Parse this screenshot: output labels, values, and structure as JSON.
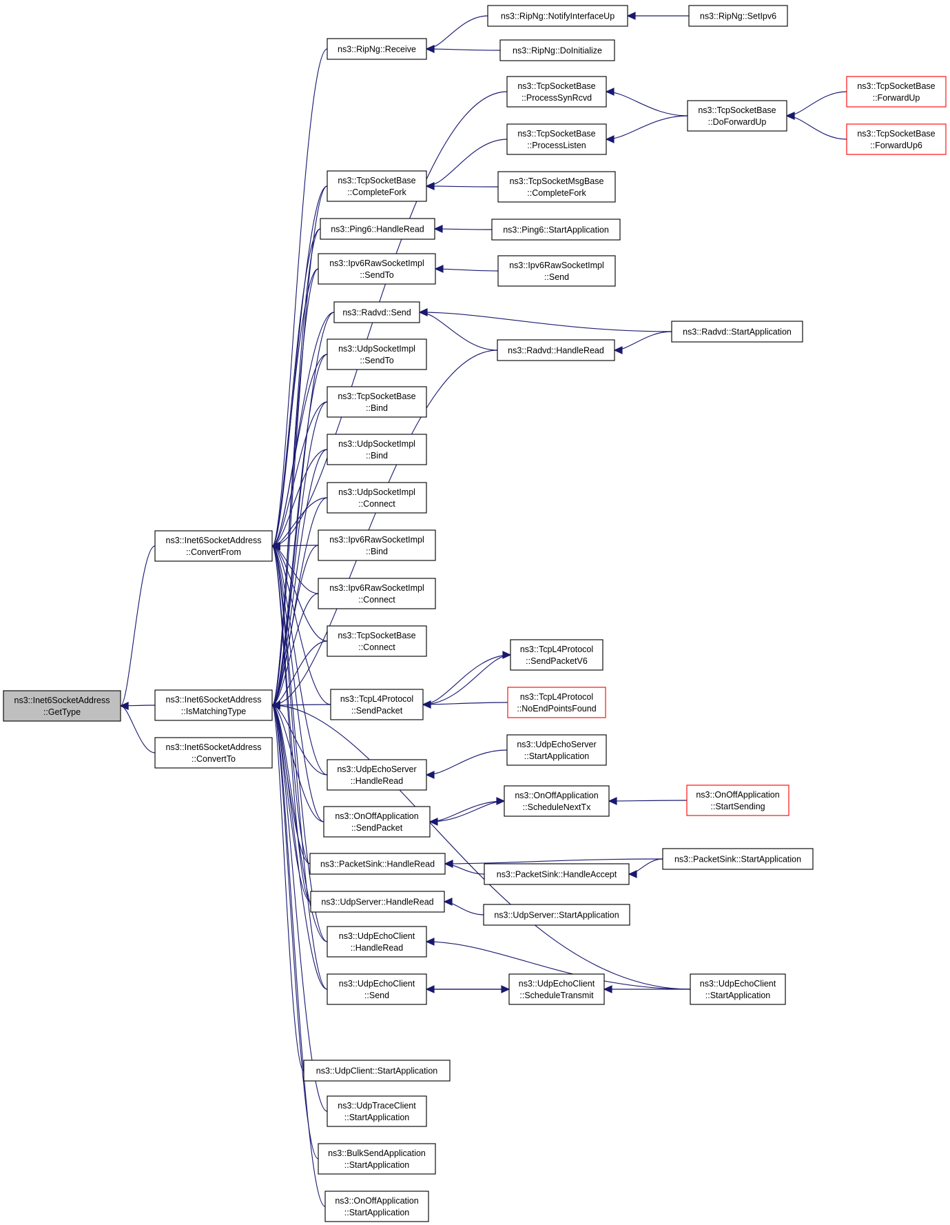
{
  "nodes": [
    {
      "id": "n0",
      "lines": [
        "ns3::Inet6SocketAddress",
        "::GetType"
      ],
      "style": "root"
    },
    {
      "id": "n1",
      "lines": [
        "ns3::Inet6SocketAddress",
        "::ConvertFrom"
      ]
    },
    {
      "id": "n2",
      "lines": [
        "ns3::Inet6SocketAddress",
        "::IsMatchingType"
      ]
    },
    {
      "id": "n3",
      "lines": [
        "ns3::Inet6SocketAddress",
        "::ConvertTo"
      ]
    },
    {
      "id": "n4",
      "lines": [
        "ns3::RipNg::Receive"
      ]
    },
    {
      "id": "n5",
      "lines": [
        "ns3::TcpSocketBase",
        "::CompleteFork"
      ]
    },
    {
      "id": "n6",
      "lines": [
        "ns3::Ping6::HandleRead"
      ]
    },
    {
      "id": "n7",
      "lines": [
        "ns3::Ipv6RawSocketImpl",
        "::SendTo"
      ]
    },
    {
      "id": "n8",
      "lines": [
        "ns3::Radvd::Send"
      ]
    },
    {
      "id": "n9",
      "lines": [
        "ns3::UdpSocketImpl",
        "::SendTo"
      ]
    },
    {
      "id": "n10",
      "lines": [
        "ns3::TcpSocketBase",
        "::Bind"
      ]
    },
    {
      "id": "n11",
      "lines": [
        "ns3::UdpSocketImpl",
        "::Bind"
      ]
    },
    {
      "id": "n12",
      "lines": [
        "ns3::UdpSocketImpl",
        "::Connect"
      ]
    },
    {
      "id": "n13",
      "lines": [
        "ns3::Ipv6RawSocketImpl",
        "::Bind"
      ]
    },
    {
      "id": "n14",
      "lines": [
        "ns3::Ipv6RawSocketImpl",
        "::Connect"
      ]
    },
    {
      "id": "n15",
      "lines": [
        "ns3::TcpSocketBase",
        "::Connect"
      ]
    },
    {
      "id": "n16",
      "lines": [
        "ns3::TcpL4Protocol",
        "::SendPacket"
      ]
    },
    {
      "id": "n17",
      "lines": [
        "ns3::UdpEchoServer",
        "::HandleRead"
      ]
    },
    {
      "id": "n18",
      "lines": [
        "ns3::OnOffApplication",
        "::SendPacket"
      ]
    },
    {
      "id": "n19",
      "lines": [
        "ns3::PacketSink::HandleRead"
      ]
    },
    {
      "id": "n20",
      "lines": [
        "ns3::UdpServer::HandleRead"
      ]
    },
    {
      "id": "n21",
      "lines": [
        "ns3::UdpEchoClient",
        "::HandleRead"
      ]
    },
    {
      "id": "n22",
      "lines": [
        "ns3::UdpEchoClient",
        "::Send"
      ]
    },
    {
      "id": "n23",
      "lines": [
        "ns3::UdpClient::StartApplication"
      ]
    },
    {
      "id": "n24",
      "lines": [
        "ns3::UdpTraceClient",
        "::StartApplication"
      ]
    },
    {
      "id": "n25",
      "lines": [
        "ns3::BulkSendApplication",
        "::StartApplication"
      ]
    },
    {
      "id": "n26",
      "lines": [
        "ns3::OnOffApplication",
        "::StartApplication"
      ]
    },
    {
      "id": "n27",
      "lines": [
        "ns3::RipNg::NotifyInterfaceUp"
      ]
    },
    {
      "id": "n28",
      "lines": [
        "ns3::RipNg::DoInitialize"
      ]
    },
    {
      "id": "n29",
      "lines": [
        "ns3::TcpSocketBase",
        "::ProcessSynRcvd"
      ]
    },
    {
      "id": "n30",
      "lines": [
        "ns3::TcpSocketBase",
        "::ProcessListen"
      ]
    },
    {
      "id": "n31",
      "lines": [
        "ns3::TcpSocketMsgBase",
        "::CompleteFork"
      ]
    },
    {
      "id": "n32",
      "lines": [
        "ns3::Ping6::StartApplication"
      ]
    },
    {
      "id": "n33",
      "lines": [
        "ns3::Ipv6RawSocketImpl",
        "::Send"
      ]
    },
    {
      "id": "n34",
      "lines": [
        "ns3::Radvd::HandleRead"
      ]
    },
    {
      "id": "n35",
      "lines": [
        "ns3::TcpL4Protocol",
        "::SendPacketV6"
      ]
    },
    {
      "id": "n36",
      "lines": [
        "ns3::TcpL4Protocol",
        "::NoEndPointsFound"
      ],
      "style": "red"
    },
    {
      "id": "n37",
      "lines": [
        "ns3::UdpEchoServer",
        "::StartApplication"
      ]
    },
    {
      "id": "n38",
      "lines": [
        "ns3::OnOffApplication",
        "::ScheduleNextTx"
      ]
    },
    {
      "id": "n39",
      "lines": [
        "ns3::PacketSink::HandleAccept"
      ]
    },
    {
      "id": "n40",
      "lines": [
        "ns3::UdpServer::StartApplication"
      ]
    },
    {
      "id": "n41",
      "lines": [
        "ns3::UdpEchoClient",
        "::ScheduleTransmit"
      ]
    },
    {
      "id": "n42",
      "lines": [
        "ns3::RipNg::SetIpv6"
      ]
    },
    {
      "id": "n43",
      "lines": [
        "ns3::TcpSocketBase",
        "::DoForwardUp"
      ]
    },
    {
      "id": "n44",
      "lines": [
        "ns3::Radvd::StartApplication"
      ]
    },
    {
      "id": "n45",
      "lines": [
        "ns3::OnOffApplication",
        "::StartSending"
      ],
      "style": "red"
    },
    {
      "id": "n46",
      "lines": [
        "ns3::PacketSink::StartApplication"
      ]
    },
    {
      "id": "n47",
      "lines": [
        "ns3::UdpEchoClient",
        "::StartApplication"
      ]
    },
    {
      "id": "n48",
      "lines": [
        "ns3::TcpSocketBase",
        "::ForwardUp"
      ],
      "style": "red"
    },
    {
      "id": "n49",
      "lines": [
        "ns3::TcpSocketBase",
        "::ForwardUp6"
      ],
      "style": "red"
    }
  ],
  "edges": [
    [
      "n1",
      "n0"
    ],
    [
      "n2",
      "n0"
    ],
    [
      "n3",
      "n0"
    ],
    [
      "n4",
      "n1"
    ],
    [
      "n5",
      "n1"
    ],
    [
      "n6",
      "n1"
    ],
    [
      "n7",
      "n1"
    ],
    [
      "n8",
      "n1"
    ],
    [
      "n9",
      "n1"
    ],
    [
      "n10",
      "n1"
    ],
    [
      "n11",
      "n1"
    ],
    [
      "n12",
      "n1"
    ],
    [
      "n13",
      "n1"
    ],
    [
      "n14",
      "n1"
    ],
    [
      "n15",
      "n1"
    ],
    [
      "n16",
      "n1"
    ],
    [
      "n17",
      "n1"
    ],
    [
      "n18",
      "n1"
    ],
    [
      "n19",
      "n1"
    ],
    [
      "n20",
      "n1"
    ],
    [
      "n21",
      "n1"
    ],
    [
      "n22",
      "n1"
    ],
    [
      "n29",
      "n1"
    ],
    [
      "n5",
      "n2"
    ],
    [
      "n6",
      "n2"
    ],
    [
      "n7",
      "n2"
    ],
    [
      "n8",
      "n2"
    ],
    [
      "n9",
      "n2"
    ],
    [
      "n10",
      "n2"
    ],
    [
      "n11",
      "n2"
    ],
    [
      "n12",
      "n2"
    ],
    [
      "n13",
      "n2"
    ],
    [
      "n14",
      "n2"
    ],
    [
      "n15",
      "n2"
    ],
    [
      "n16",
      "n2"
    ],
    [
      "n17",
      "n2"
    ],
    [
      "n18",
      "n2"
    ],
    [
      "n19",
      "n2"
    ],
    [
      "n20",
      "n2"
    ],
    [
      "n21",
      "n2"
    ],
    [
      "n22",
      "n2"
    ],
    [
      "n23",
      "n2"
    ],
    [
      "n24",
      "n2"
    ],
    [
      "n25",
      "n2"
    ],
    [
      "n26",
      "n2"
    ],
    [
      "n34",
      "n2"
    ],
    [
      "n47",
      "n2"
    ],
    [
      "n27",
      "n4"
    ],
    [
      "n28",
      "n4"
    ],
    [
      "n42",
      "n27"
    ],
    [
      "n30",
      "n5"
    ],
    [
      "n31",
      "n5"
    ],
    [
      "n43",
      "n29"
    ],
    [
      "n43",
      "n30"
    ],
    [
      "n48",
      "n43"
    ],
    [
      "n49",
      "n43"
    ],
    [
      "n32",
      "n6"
    ],
    [
      "n33",
      "n7"
    ],
    [
      "n34",
      "n8"
    ],
    [
      "n44",
      "n8"
    ],
    [
      "n44",
      "n34"
    ],
    [
      "n35",
      "n16"
    ],
    [
      "n36",
      "n16"
    ],
    [
      "n16",
      "n35"
    ],
    [
      "n37",
      "n17"
    ],
    [
      "n38",
      "n18"
    ],
    [
      "n18",
      "n38"
    ],
    [
      "n45",
      "n38"
    ],
    [
      "n46",
      "n19"
    ],
    [
      "n39",
      "n19"
    ],
    [
      "n46",
      "n39"
    ],
    [
      "n40",
      "n20"
    ],
    [
      "n47",
      "n21"
    ],
    [
      "n41",
      "n22"
    ],
    [
      "n22",
      "n41"
    ],
    [
      "n47",
      "n41"
    ]
  ]
}
